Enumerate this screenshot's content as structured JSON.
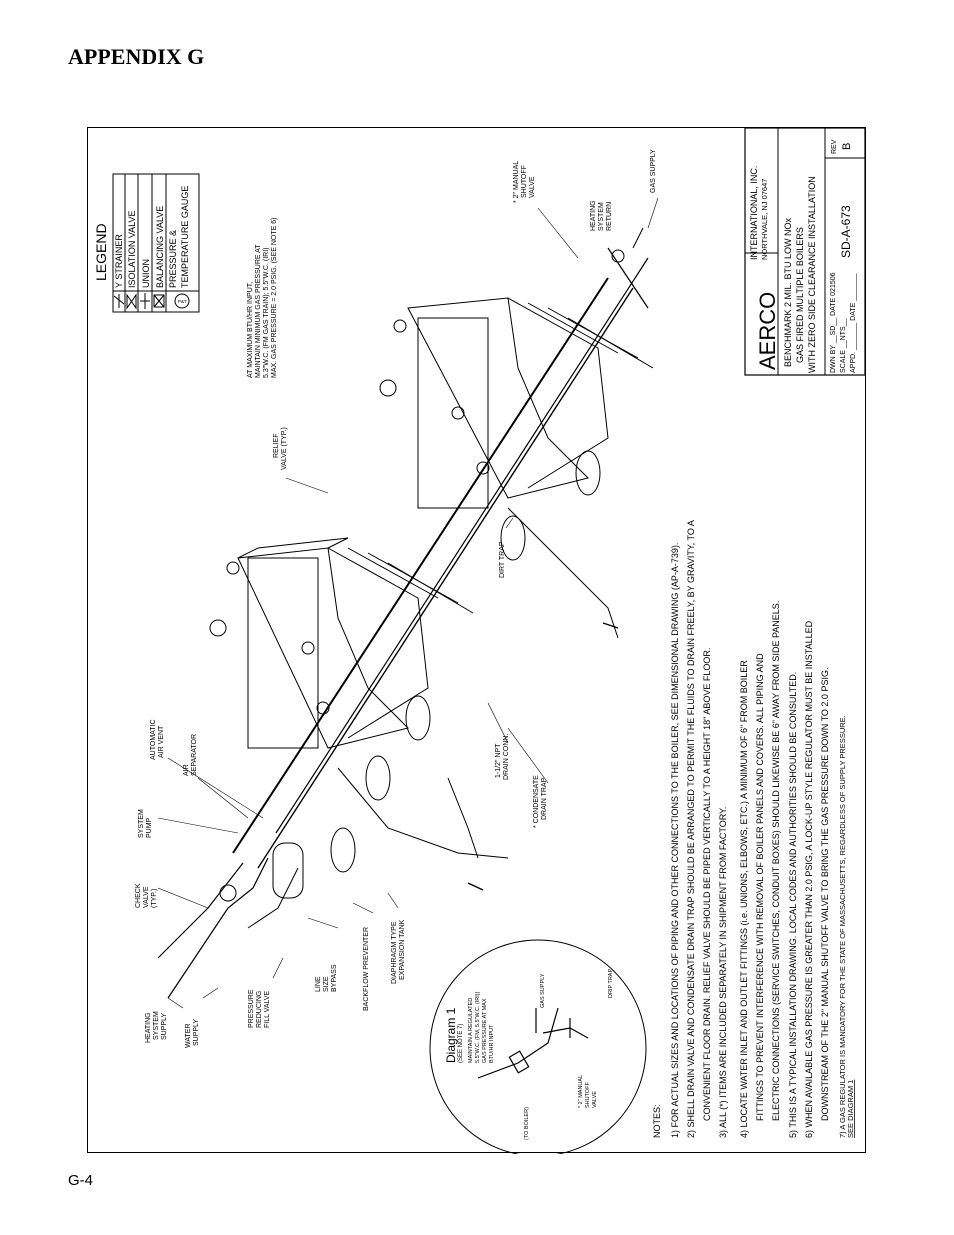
{
  "header": {
    "title": "APPENDIX G"
  },
  "footer": {
    "page": "G-4"
  },
  "title_block": {
    "company": "AERCO",
    "company_line1": "INTERNATIONAL, INC.",
    "company_line2": "NORTHVALE, NJ   07647",
    "desc1": "BENCHMARK 2 MIL. BTU LOW NOx",
    "desc2": "GAS FIRED MULTIPLE BOILERS",
    "desc3": "WITH ZERO SIDE CLEARANCE INSTALLATION",
    "dwn_by": "DWN BY  __SD__  DATE  021506",
    "scale": "SCALE    __NTS__",
    "appd": "APPD. _______  DATE _______",
    "drawing_no": "SD-A-673",
    "rev_label": "REV",
    "rev": "B"
  },
  "legend": {
    "title": "LEGEND",
    "items": [
      "Y STRAINER",
      "ISOLATION VALVE",
      "UNION",
      "BALANCING VALVE",
      "PRESSURE &",
      "TEMPERATURE GAUGE"
    ],
    "gauge_symbol": "P&T"
  },
  "notes": {
    "heading": "NOTES:",
    "lines": [
      "1) FOR ACTUAL SIZES AND LOCATIONS OF PIPING AND OTHER CONNECTIONS TO THE BOILER, SEE DIMENSIONAL DRAWING (AP-A-739).",
      "2) SHELL DRAIN VALVE AND CONDENSATE DRAIN TRAP SHOULD BE ARRANGED TO PERMIT THE FLUIDS TO DRAIN FREELY, BY GRAVITY, TO A",
      "CONVENIENT FLOOR DRAIN.  RELIEF VALVE SHOULD BE PIPED VERTICALLY TO A HEIGHT 18\" ABOVE FLOOR.",
      "3) ALL (*) ITEMS ARE INCLUDED SEPARATELY IN SHIPMENT FROM FACTORY.",
      "4) LOCATE WATER INLET AND OUTLET FITTINGS (i.e. UNIONS, ELBOWS, ETC.) A MINIMUM OF 6\" FROM BOILER",
      "FITTINGS TO PREVENT INTERFERENCE WITH REMOVAL OF BOILER PANELS AND COVERS.  ALL PIPING AND",
      "ELECTRIC CONNECTIONS (SERVICE SWITCHES, CONDUIT BOXES) SHOULD LIKEWISE BE 6\" AWAY FROM SIDE PANELS.",
      "5) THIS IS A TYPICAL INSTALLATION DRAWING.  LOCAL CODES AND AUTHORITIES SHOULD BE CONSULTED.",
      "6) WHEN AVAILABLE GAS PRESSURE IS GREATER THAN 2.0 PSIG, A LOCK-UP STYLE REGULATOR MUST BE INSTALLED",
      "DOWNSTREAM OF THE 2\" MANUAL SHUTOFF VALVE TO BRING THE GAS PRESSURE DOWN TO 2.0 PSIG.",
      "7) A GAS REGULATOR IS MANDATORY FOR THE STATE OF MASSACHUSETTS, REGARDLESS OF SUPPLY PRESSURE.",
      "SEE DIAGRAM 1"
    ]
  },
  "diagram1": {
    "title": "Diagram 1",
    "subtitle": "(SEE NOTE 7)",
    "note1": "MAINTAIN A REGULATED",
    "note2": "5.5\"W.C. (FM, 5.5\"W.C. (IRI))",
    "note3": "GAS PRESSURE AT MAX",
    "note4": "BTU/HR INPUT",
    "gas_supply": "GAS SUPPLY",
    "drip_trap": "DRIP TRAP",
    "to_boiler": "(TO BOILER)",
    "valve1": "* 2\" MANUAL",
    "valve2": "SHUTOFF",
    "valve3": "VALVE"
  },
  "labels": {
    "heating_supply": [
      "HEATING",
      "SYSTEM",
      "SUPPLY"
    ],
    "water_supply": [
      "WATER",
      "SUPPLY"
    ],
    "prv": [
      "PRESSURE",
      "REDUCING",
      "FILL VALVE"
    ],
    "bypass": [
      "LINE",
      "SIZE",
      "BYPASS"
    ],
    "backflow": [
      "BACKFLOW PREVENTER"
    ],
    "expansion_tank": [
      "DIAPHRAGM TYPE",
      "EXPANSION TANK"
    ],
    "check_valve": [
      "CHECK",
      "VALVE",
      "(TYP.)"
    ],
    "system_pump": [
      "SYSTEM",
      "PUMP"
    ],
    "air_separator": [
      "AIR",
      "SEPARATOR"
    ],
    "air_vent": [
      "AUTOMATIC",
      "AIR VENT"
    ],
    "drain_conn": [
      "1-1/2\" NPT",
      "DRAIN CONN."
    ],
    "condensate_trap": [
      "* CONDENSATE",
      "DRAIN TRAP"
    ],
    "dirt_trap": [
      "DIRT TRAP"
    ],
    "relief_valve": [
      "RELIEF",
      "VALVE (TYP.)"
    ],
    "gas_note": [
      "AT MAXIMUM BTU/HR INPUT,",
      "MAINTAIN MINIMUM GAS PRESSURE AT",
      "5.3\"W.C. (FM GAS TRAIN); 5.5\"W.C. (IRI)",
      "MAX. GAS PRESSURE = 2.0 PSIG. (SEE NOTE 6)"
    ],
    "heating_return": [
      "HEATING",
      "SYSTEM",
      "RETURN"
    ],
    "manual_valve": [
      "* 2\" MANUAL",
      "SHUTOFF",
      "VALVE"
    ],
    "gas_supply": [
      "GAS SUPPLY"
    ],
    "pt_small": "P&T"
  }
}
